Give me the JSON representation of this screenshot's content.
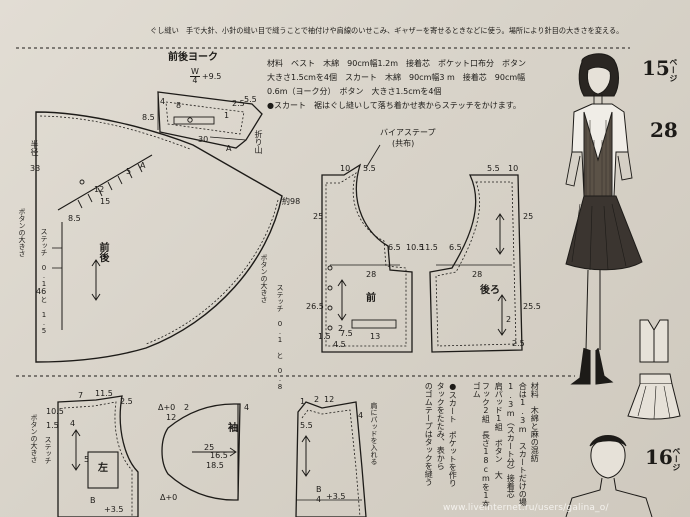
{
  "header": {
    "top_note": "ぐし縫い　手で大針、小針の縫い目で縫うことで袖付けや肩線のいせこみ、ギャザーを寄せるときなどに使う。場所により針目の大きさを変える。"
  },
  "materials": {
    "line1": "材料　ベスト　木綿　90cm幅1.2m　接着芯　ポケット口布分　ボタン",
    "line2": "大きさ1.5cmを4個　スカート　木綿　90cm幅3 m　接着芯　90cm幅",
    "line3": "0.6m（ヨーク分）　ボタン　大きさ1.5cmを4個",
    "line4": "●スカート　裾はぐし縫いして落ち着かせ表からステッチをかけます。"
  },
  "page_refs": {
    "first_num": "15",
    "first_unit": "ページ",
    "first_sub": "28",
    "second_num": "16",
    "second_unit": "ページ"
  },
  "yoke": {
    "title": "前後ヨーク",
    "formula_top": "W",
    "formula_bottom": "4",
    "formula_rest": "+9.5",
    "n4": "4",
    "n8": "8",
    "n85": "8.5",
    "n25": "2.5",
    "n55": "5.5",
    "n1": "1",
    "n30": "30",
    "nA": "A",
    "fold": "折り山"
  },
  "skirt": {
    "label": "前後",
    "hem_left": "半径",
    "radius": "33",
    "n12": "12",
    "n5": "5",
    "n85": "8.5",
    "nA": "A",
    "n46": "46",
    "n98": "約98",
    "button_note": "ボタンの大きさ",
    "stitch_note": "ステッチ 0.1 と 1.5",
    "n15": "15"
  },
  "vest": {
    "label_front": "前",
    "label_back": "後ろ",
    "bias_tape": "バイアステープ",
    "bias_sub": "(共布)",
    "n10a": "10",
    "n55a": "5.5",
    "n55b": "5.5",
    "n10b": "10",
    "n25a": "25",
    "n25b": "25",
    "n65a": "6.5",
    "n65b": "6.5",
    "n105": "10.5",
    "n115": "11.5",
    "n28a": "28",
    "n28b": "28",
    "n265": "26.5",
    "n255": "25.5",
    "n75": "7.5",
    "n13": "13",
    "n2": "2",
    "n15": "1.5",
    "n45": "4.5",
    "n25c": "2.5",
    "n2b": "2",
    "button_note": "ボタンの大きさ",
    "stitch_note": "ステッチ 0.1 と 0.8"
  },
  "bottom": {
    "n7": "7",
    "n115": "11.5",
    "n25": "2.5",
    "n105": "10.5",
    "n15": "1.5",
    "n4": "4",
    "nB": "B",
    "n35": "+3.5",
    "n_delta1": "Δ+0",
    "n2": "2",
    "n12": "12",
    "n165": "16.5",
    "n25b": "25",
    "n185": "18.5",
    "n_delta2": "Δ+0",
    "sleeve": "袖",
    "left": "左",
    "n5": "5",
    "n4b": "4",
    "n12b": "12",
    "n55": "5.5",
    "n_bf": "B",
    "n_bf2": "4",
    "n_bf3": "+3.5",
    "n_b1": "1",
    "n_b2": "2",
    "n_b3": "4",
    "button_note": "ボタンの大きさ",
    "stitch_note": "ステッチ",
    "shoulder_note": "肩にパッドを入れる"
  },
  "instructions_col": [
    "材料　木綿と麻の混紡",
    "合は1.3m　スカートだけの場",
    "1.3m（スカート分）接着芯",
    "肩パッド1組　ボタン　大",
    "フック2組　長さ18cmを1本　ゴム",
    "●スカート　ポケットを作り",
    "タックをたたみ、表から",
    "のゴムテープはタックを縫う"
  ],
  "watermark": "www.liveinternet.ru/users/galina_o/"
}
